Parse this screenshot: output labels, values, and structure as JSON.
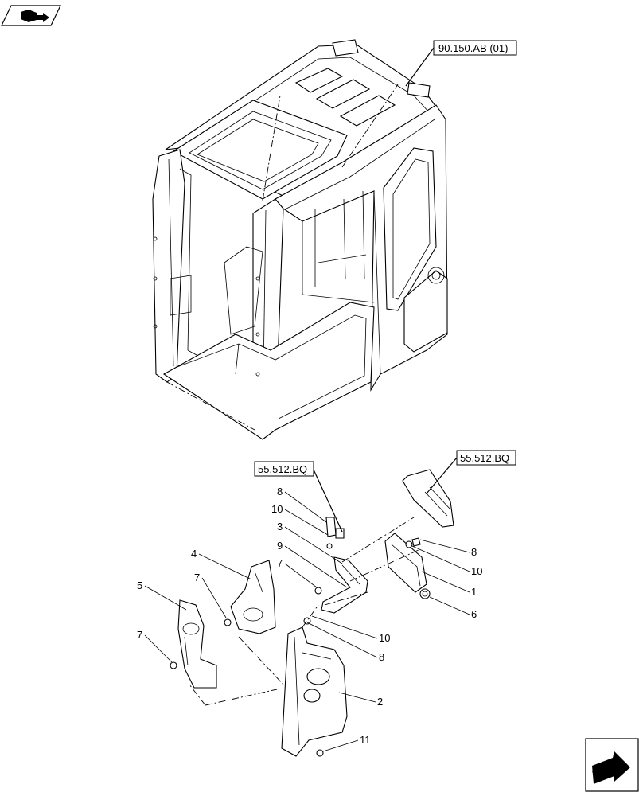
{
  "references": {
    "cab": "90.150.AB (01)",
    "left": "55.512.BQ",
    "right": "55.512.BQ"
  },
  "callouts": [
    {
      "id": "c8a",
      "label": "8"
    },
    {
      "id": "c10a",
      "label": "10"
    },
    {
      "id": "c3",
      "label": "3"
    },
    {
      "id": "c9",
      "label": "9"
    },
    {
      "id": "c4",
      "label": "4"
    },
    {
      "id": "c7a",
      "label": "7"
    },
    {
      "id": "c7b",
      "label": "7"
    },
    {
      "id": "c5",
      "label": "5"
    },
    {
      "id": "c7c",
      "label": "7"
    },
    {
      "id": "c8b",
      "label": "8"
    },
    {
      "id": "c10b",
      "label": "10"
    },
    {
      "id": "c1",
      "label": "1"
    },
    {
      "id": "c6",
      "label": "6"
    },
    {
      "id": "c10c",
      "label": "10"
    },
    {
      "id": "c8c",
      "label": "8"
    },
    {
      "id": "c2",
      "label": "2"
    },
    {
      "id": "c11",
      "label": "11"
    }
  ],
  "icons": {
    "top_left": "book-arrow-icon",
    "bottom_right": "next-page-arrow-icon"
  }
}
